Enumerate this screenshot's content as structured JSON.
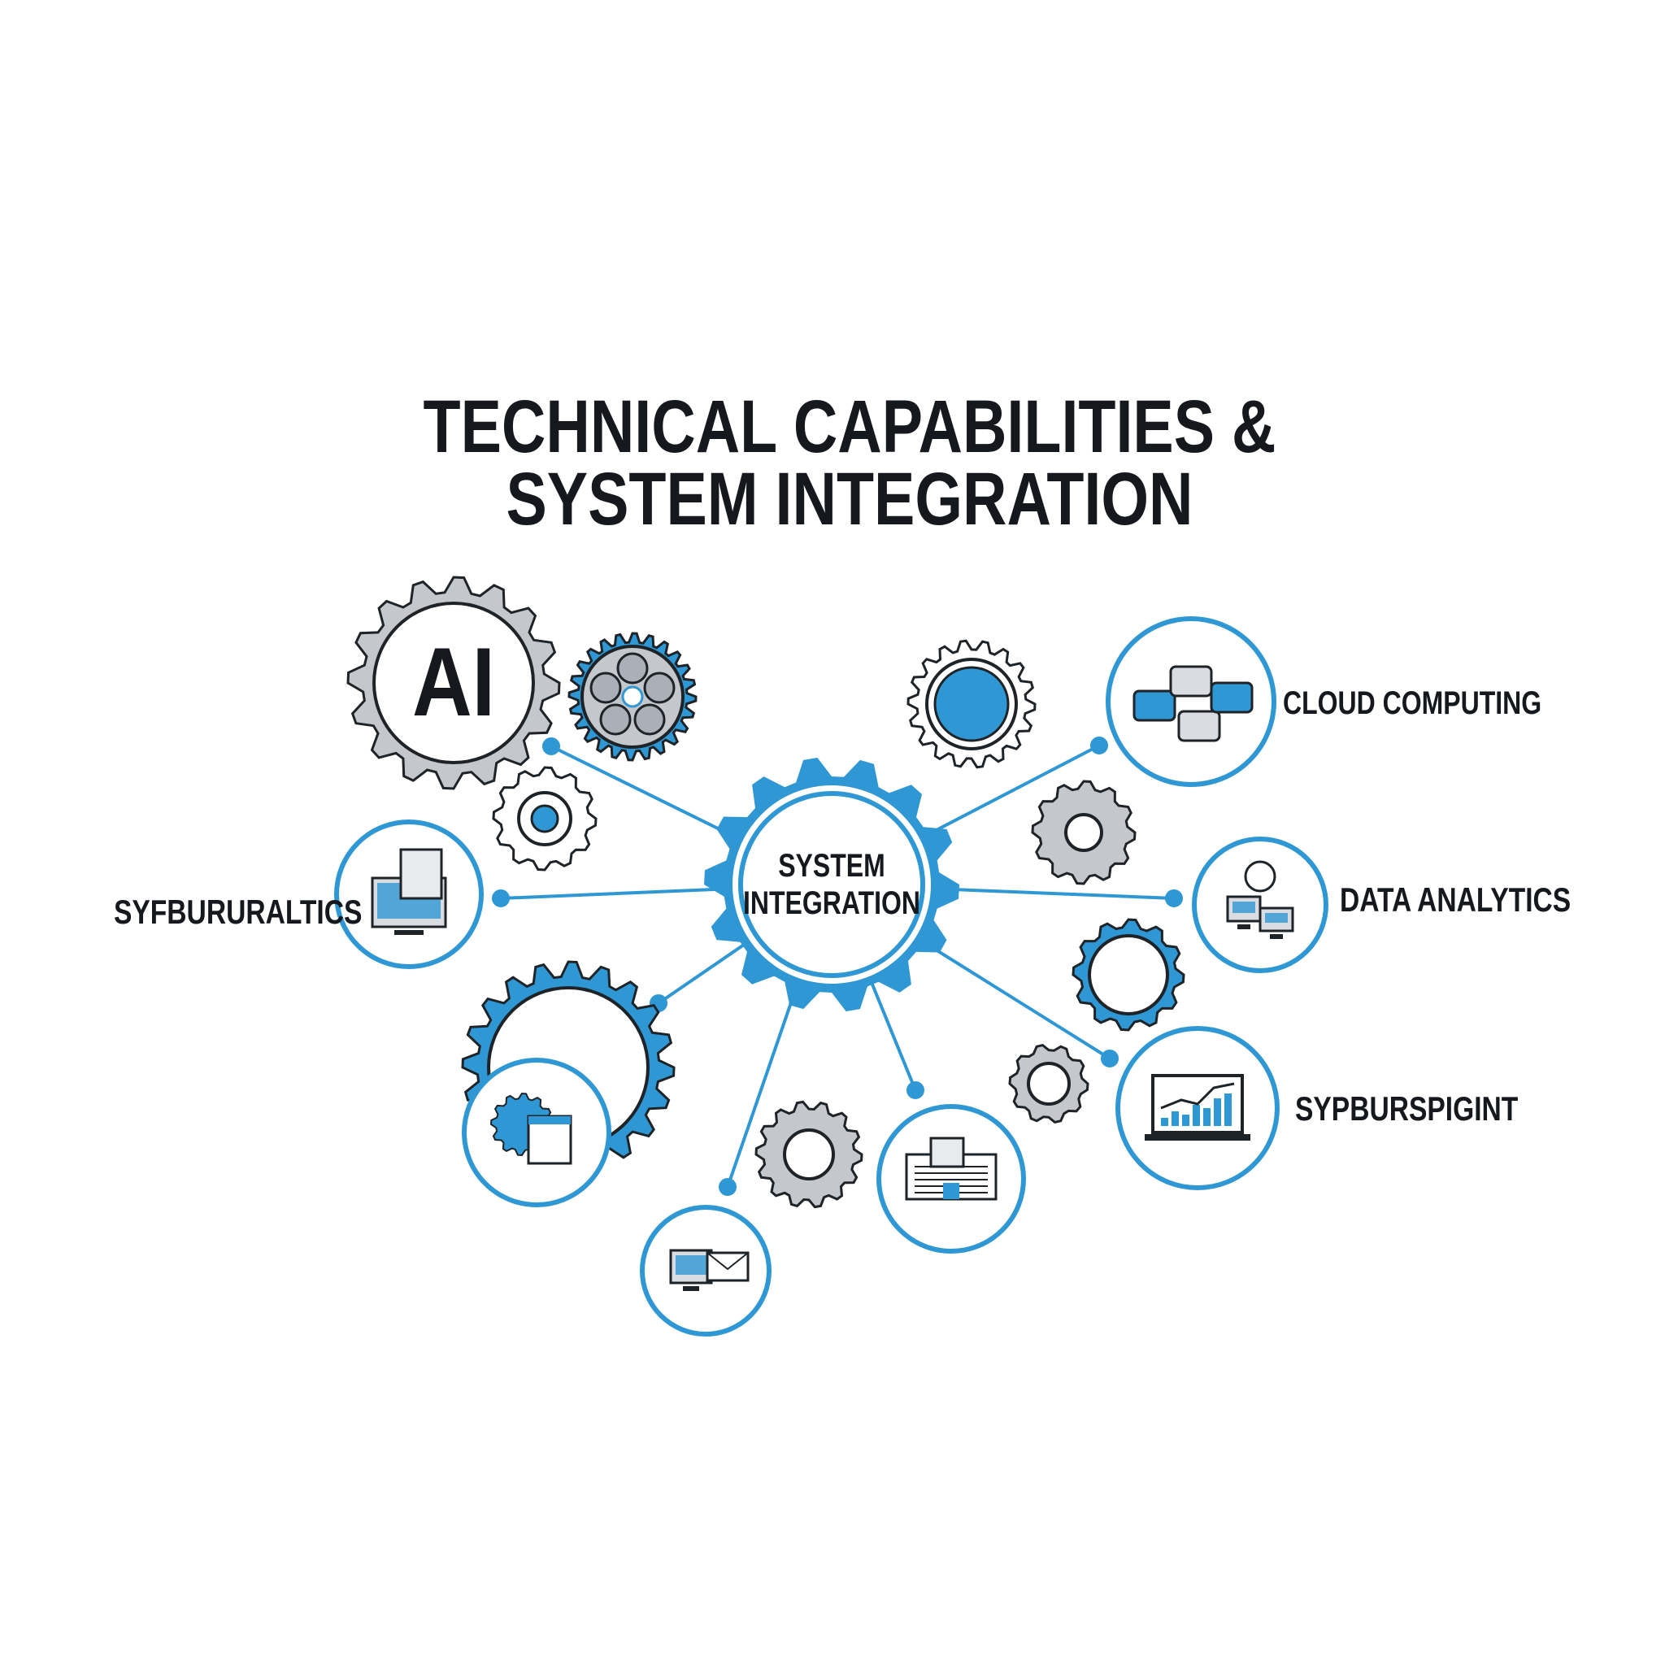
{
  "title": {
    "line1": "TECHNICAL CAPABILITIES &",
    "line2": "SYSTEM INTEGRATION"
  },
  "center": {
    "line1": "SYSTEM",
    "line2": "INTEGRATION"
  },
  "ai_gear": {
    "label": "AI"
  },
  "labels": {
    "left": "SYFBURURALTICS",
    "cloud": "CLOUD COMPUTING",
    "data": "DATA ANALYTICS",
    "monitor": "SYPBURSPIGINT"
  },
  "colors": {
    "blue": "#2e97d4",
    "gray": "#c4c8cd",
    "dark": "#1e2327"
  }
}
